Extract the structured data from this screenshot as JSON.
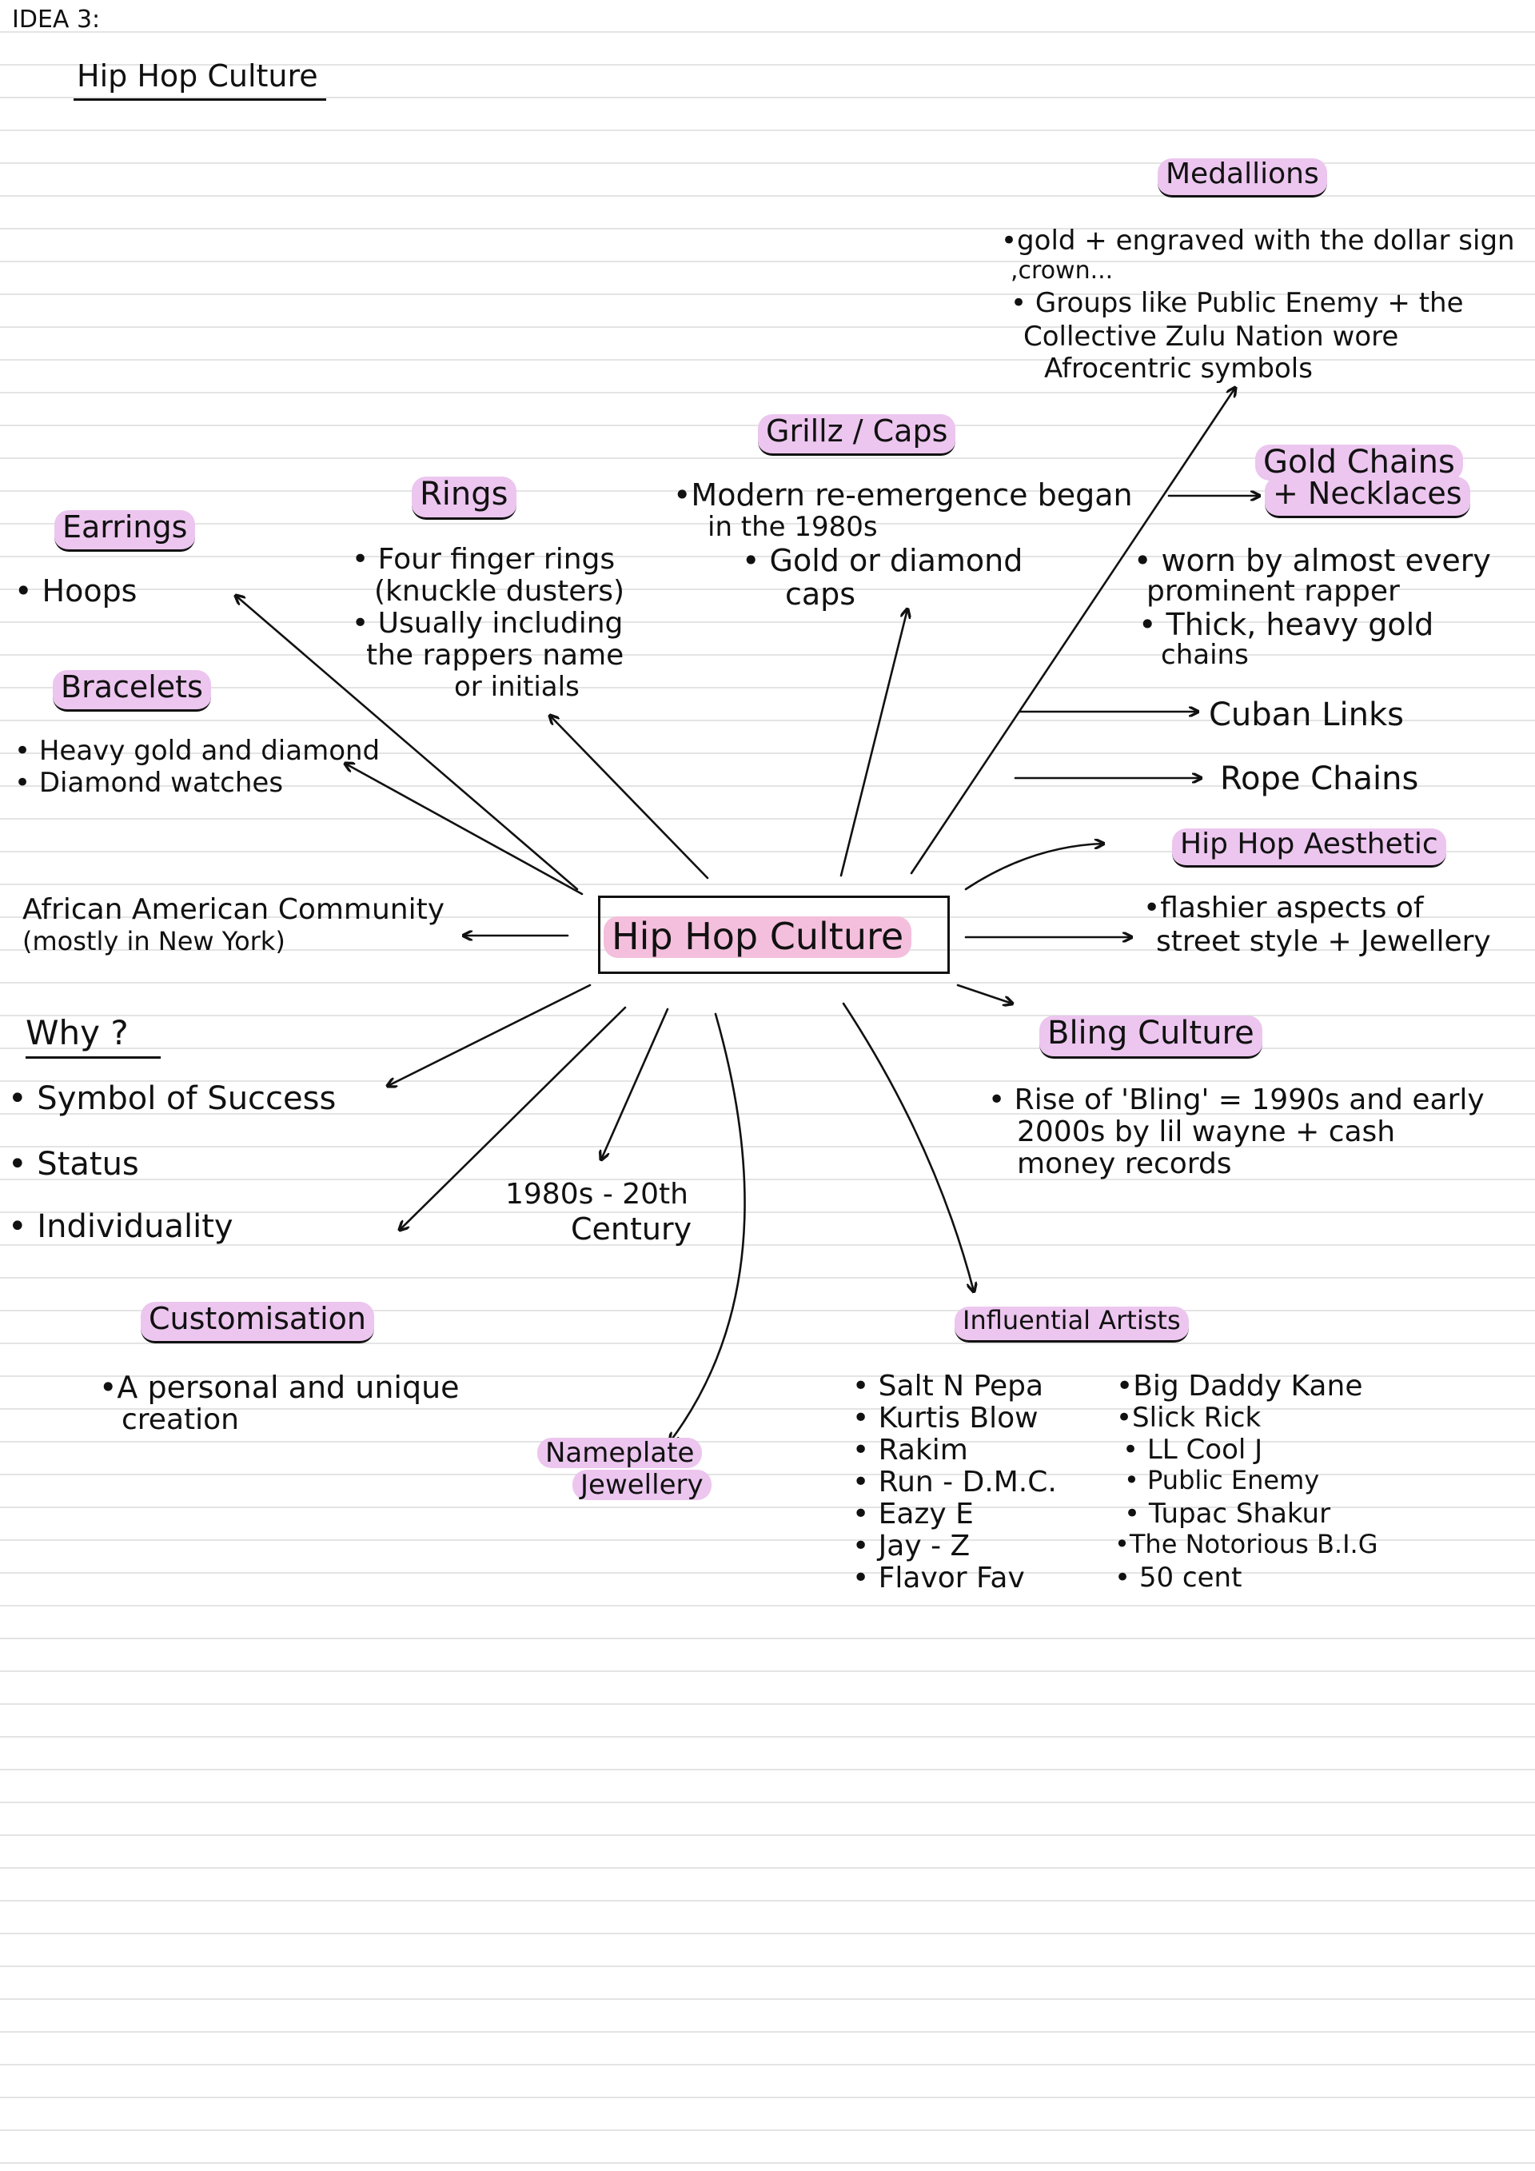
{
  "header": {
    "idea_label": "IDEA 3:",
    "page_title": "Hip Hop Culture"
  },
  "center": {
    "title": "Hip Hop Culture"
  },
  "medallions": {
    "heading": "Medallions",
    "lines": [
      "•gold + engraved with the dollar sign",
      ",crown...",
      "• Groups like Public Enemy + the",
      "Collective Zulu Nation wore",
      "Afrocentric symbols"
    ]
  },
  "grillz": {
    "heading": "Grillz / Caps",
    "lines": [
      "•Modern re-emergence began",
      "in the 1980s",
      "• Gold or diamond",
      "caps"
    ]
  },
  "gold_chains": {
    "heading_line1": "Gold Chains",
    "heading_line2": "+ Necklaces",
    "lines": [
      "• worn by almost every",
      "prominent rapper",
      "• Thick, heavy gold",
      "chains"
    ],
    "cuban": "Cuban Links",
    "rope": "Rope Chains"
  },
  "rings": {
    "heading": "Rings",
    "lines": [
      "• Four finger rings",
      "(knuckle dusters)",
      "• Usually including",
      "the rappers name",
      "or initials"
    ]
  },
  "earrings": {
    "heading": "Earrings",
    "items": [
      "• Hoops"
    ]
  },
  "bracelets": {
    "heading": "Bracelets",
    "items": [
      "• Heavy gold and diamond",
      "• Diamond watches"
    ]
  },
  "community": {
    "line1": "African American Community",
    "line2": "(mostly in New York)"
  },
  "aesthetic": {
    "heading": "Hip Hop Aesthetic",
    "line1": "•flashier aspects of",
    "line2": "street style + Jewellery"
  },
  "bling": {
    "heading": "Bling Culture",
    "line1": "• Rise of 'Bling' = 1990s and early",
    "line2": "2000s by lil wayne + cash",
    "line3": "money records"
  },
  "why": {
    "heading": "Why ?",
    "items": [
      "• Symbol of Success",
      "• Status",
      "• Individuality"
    ]
  },
  "era": {
    "line1": "1980s - 20th",
    "line2": "Century"
  },
  "customisation": {
    "heading": "Customisation",
    "line1": "•A personal and unique",
    "line2": "creation"
  },
  "nameplate": {
    "line1": "Nameplate",
    "line2": "Jewellery"
  },
  "artists": {
    "heading": "Influential Artists",
    "col1": [
      "• Salt N Pepa",
      "• Kurtis Blow",
      "• Rakim",
      "• Run - D.M.C.",
      "• Eazy E",
      "• Jay - Z",
      "• Flavor Fav"
    ],
    "col2": [
      "•Big Daddy Kane",
      "•Slick Rick",
      "• LL Cool J",
      "• Public Enemy",
      "• Tupac Shakur",
      "•The Notorious B.I.G",
      "• 50 cent"
    ]
  },
  "colors": {
    "highlight": "#ecc6ef",
    "center_highlight": "#f4bfdc",
    "ink": "#111111",
    "paper_lines": "#e4e4e4"
  }
}
